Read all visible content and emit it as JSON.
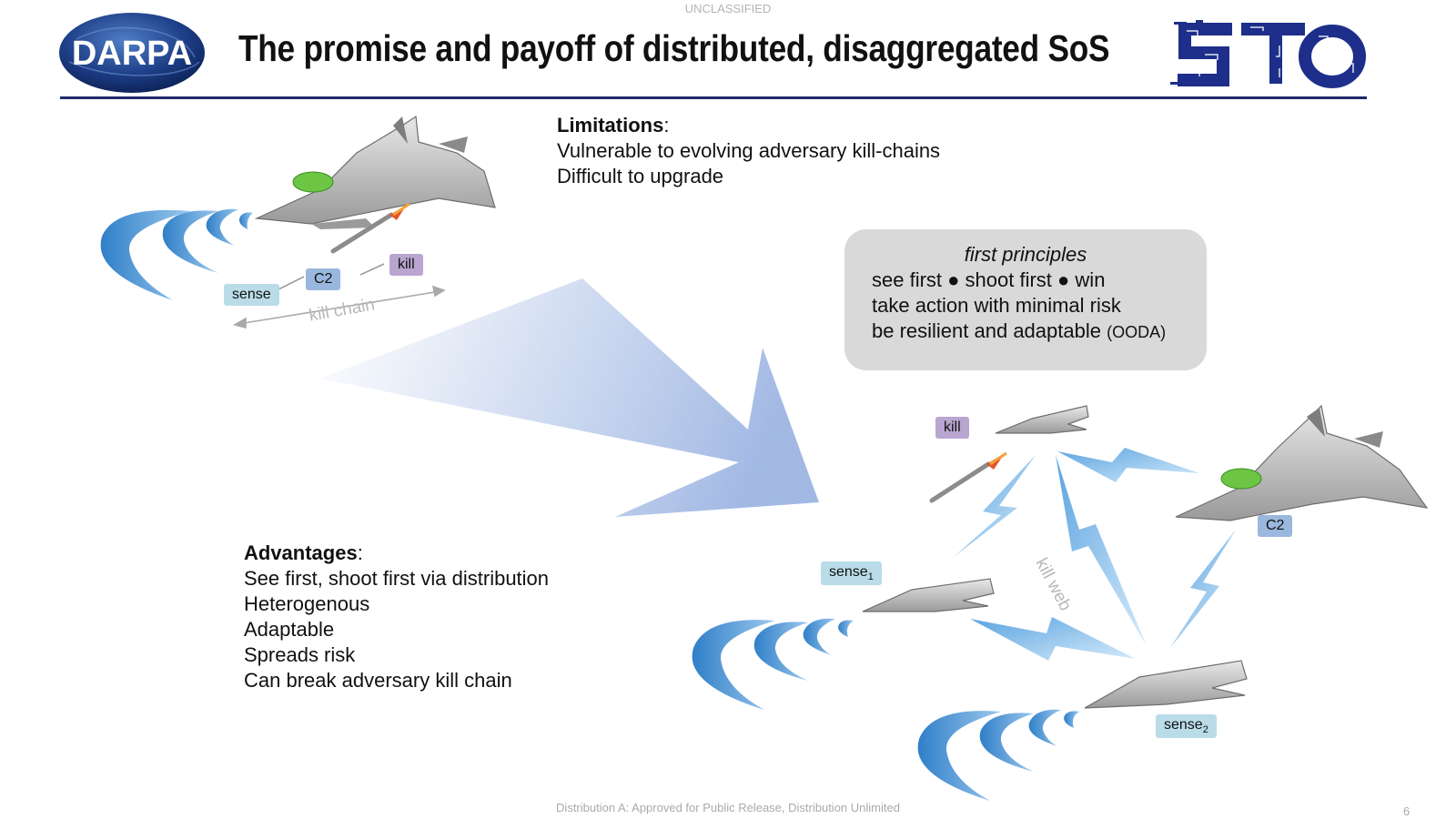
{
  "header": {
    "classification": "UNCLASSIFIED",
    "title": "The promise and payoff of distributed, disaggregated SoS",
    "left_logo_text": "DARPA",
    "right_logo_text": "STO"
  },
  "limitations": {
    "heading": "Limitations",
    "items": [
      "Vulnerable to evolving adversary kill-chains",
      "Difficult to upgrade"
    ]
  },
  "first_principles": {
    "title": "first principles",
    "line1": "see first ● shoot first ● win",
    "line2": "take action with minimal risk",
    "line3_main": "be resilient and adaptable ",
    "line3_small": "(OODA)"
  },
  "advantages": {
    "heading": "Advantages",
    "items": [
      "See first, shoot first via distribution",
      "Heterogenous",
      "Adaptable",
      "Spreads risk",
      "Can break adversary kill chain"
    ]
  },
  "kill_chain": {
    "sense": "sense",
    "c2": "C2",
    "kill": "kill",
    "caption": "kill chain"
  },
  "kill_web": {
    "kill": "kill",
    "c2": "C2",
    "sense1": "sense",
    "sense1_sub": "1",
    "sense2": "sense",
    "sense2_sub": "2",
    "caption": "kill web"
  },
  "footer": {
    "distribution": "Distribution A: Approved for Public Release, Distribution Unlimited",
    "page": "6"
  },
  "colors": {
    "rule": "#1f2a6b",
    "sense_label": "#b9dce8",
    "kill_label": "#b8a6d1",
    "c2_label": "#9ab7dd",
    "radar": "#2f7fc8",
    "link": "#6aaee0"
  }
}
